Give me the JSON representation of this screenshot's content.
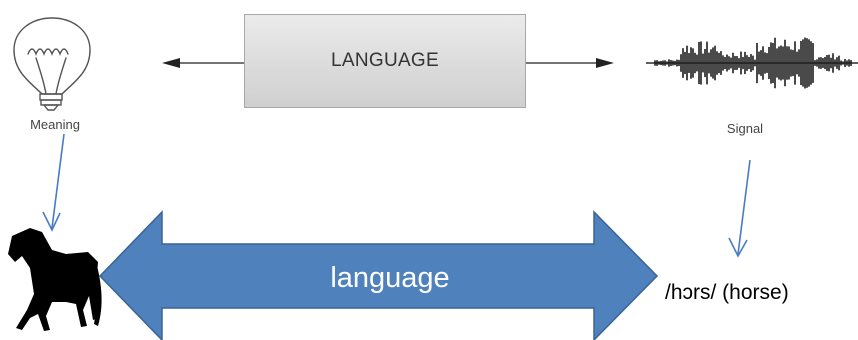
{
  "top": {
    "box_label": "LANGUAGE",
    "meaning_label": "Meaning",
    "signal_label": "Signal"
  },
  "bottom": {
    "arrow_label": "language",
    "signal_text": "/hɔrs/ (horse)"
  },
  "colors": {
    "blue_arrow_fill": "#4f81bd",
    "blue_arrow_stroke": "#3a6494",
    "connector": "#4a7cc4"
  },
  "icons": [
    "lightbulb-icon",
    "waveform-icon",
    "horse-icon"
  ]
}
